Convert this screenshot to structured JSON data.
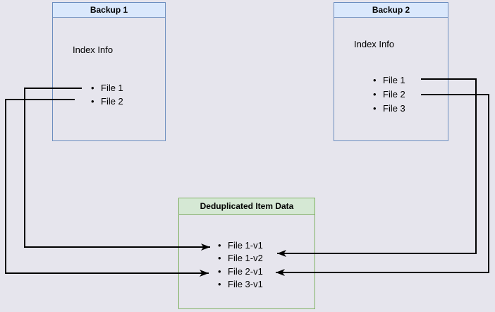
{
  "canvas": {
    "background_color": "#e6e5ed",
    "line_color": "#000000"
  },
  "boxes": {
    "backup1": {
      "title": "Backup 1",
      "subtitle": "Index Info",
      "items": [
        "File 1",
        "File 2"
      ],
      "border_color": "#6c8ebf",
      "header_fill": "#dae8fc"
    },
    "backup2": {
      "title": "Backup 2",
      "subtitle": "Index Info",
      "items": [
        "File 1",
        "File 2",
        "File 3"
      ],
      "border_color": "#6c8ebf",
      "header_fill": "#dae8fc"
    },
    "dedup": {
      "title": "Deduplicated Item Data",
      "items": [
        "File 1-v1",
        "File 1-v2",
        "File 2-v1",
        "File 3-v1"
      ],
      "border_color": "#82b366",
      "header_fill": "#d5e8d4"
    }
  },
  "connections": [
    {
      "from": "Backup 1 / File 1",
      "to": "File 1-v1"
    },
    {
      "from": "Backup 1 / File 2",
      "to": "File 2-v1"
    },
    {
      "from": "Backup 2 / File 1",
      "to": "File 1-v2"
    },
    {
      "from": "Backup 2 / File 2",
      "to": "File 2-v1"
    }
  ]
}
